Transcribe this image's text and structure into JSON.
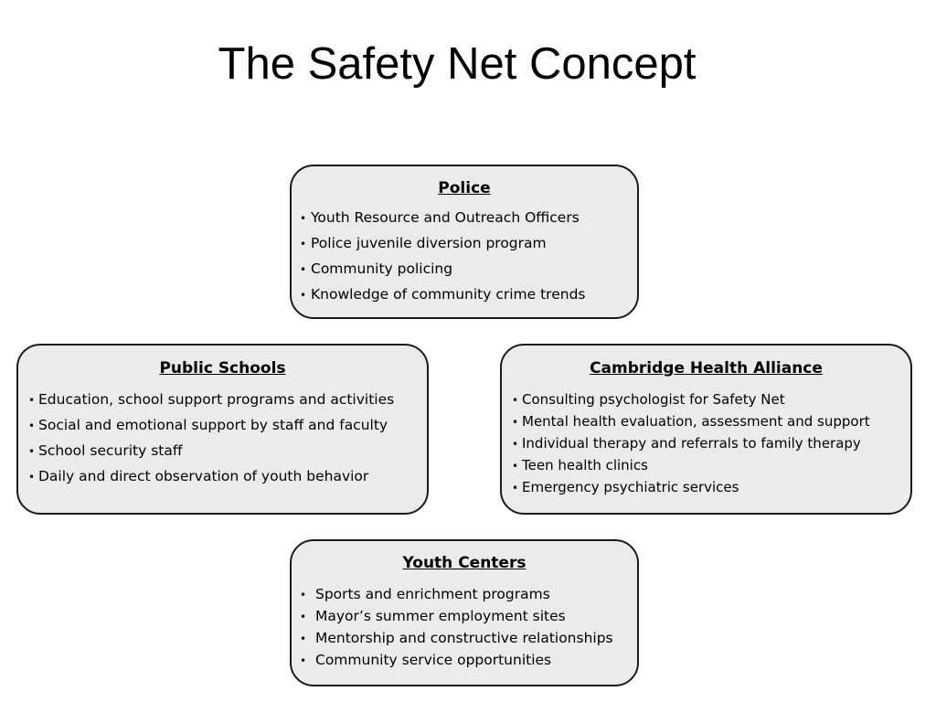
{
  "title": "The Safety Net Concept",
  "bullet_glyph": "•",
  "boxes": [
    {
      "heading": "Police",
      "items": [
        "Youth Resource and Outreach Officers",
        "Police juvenile diversion program",
        "Community policing",
        "Knowledge of community crime trends"
      ]
    },
    {
      "heading": "Public Schools",
      "items": [
        "Education, school support programs and activities",
        "Social and emotional support by staff and faculty",
        "School security staff",
        "Daily and direct observation of youth behavior"
      ]
    },
    {
      "heading": "Cambridge Health Alliance",
      "items": [
        "Consulting psychologist for Safety Net",
        "Mental health evaluation, assessment and support",
        "Individual therapy and referrals to family therapy",
        "Teen health clinics",
        "Emergency psychiatric services"
      ]
    },
    {
      "heading": "Youth Centers",
      "items": [
        "Sports and enrichment programs",
        "Mayor’s summer employment sites",
        "Mentorship and constructive relationships",
        "Community service opportunities"
      ]
    }
  ]
}
